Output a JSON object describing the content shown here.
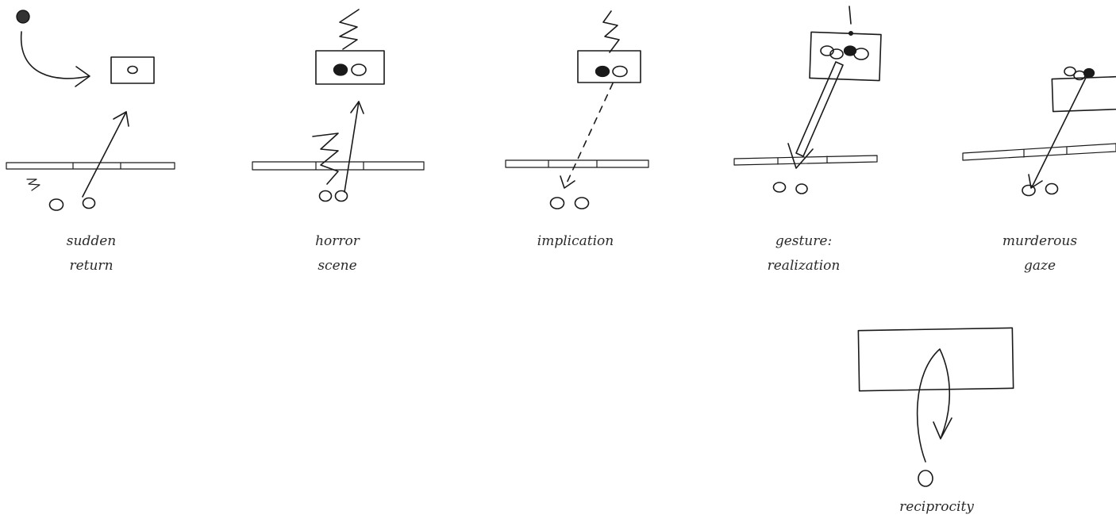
{
  "panels": [
    {
      "id": "sudden-return",
      "caption": [
        "sudden",
        "return"
      ]
    },
    {
      "id": "horror-scene",
      "caption": [
        "horror",
        "scene"
      ]
    },
    {
      "id": "implication",
      "caption": [
        "implication"
      ]
    },
    {
      "id": "gesture-realization",
      "caption": [
        "gesture:",
        "realization"
      ]
    },
    {
      "id": "murderous-gaze",
      "caption": [
        "murderous",
        "gaze"
      ]
    },
    {
      "id": "reciprocity",
      "caption": [
        "reciprocity"
      ]
    }
  ],
  "colors": {
    "ink": "#1a1a1a",
    "paper": "#ffffff"
  }
}
